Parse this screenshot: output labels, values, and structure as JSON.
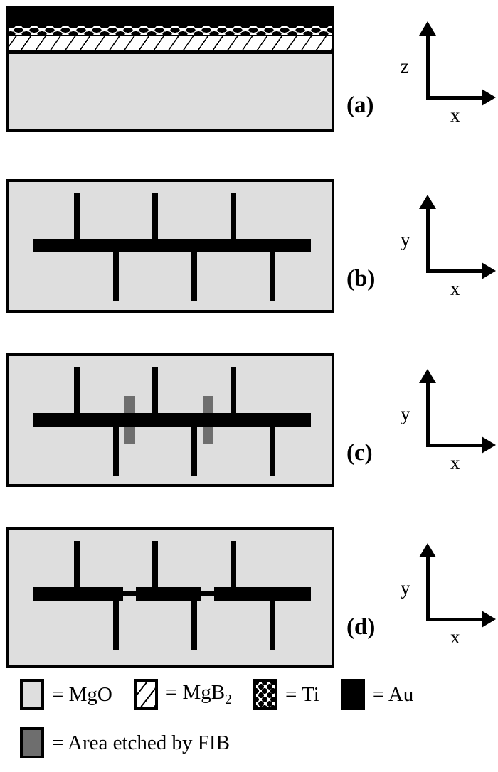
{
  "figure": {
    "type": "process-flow-cross-section-diagram",
    "description": "Four-step fabrication schematic of an MgB2 thin-film bridge device with FIB etching"
  },
  "panels": [
    {
      "id": "a",
      "label": "(a)",
      "view": "cross-section",
      "axes": {
        "vertical": "z",
        "horizontal": "x"
      },
      "layers": [
        {
          "name": "Au",
          "material": "Au",
          "fill": "solid-black",
          "color": "#000000"
        },
        {
          "name": "Ti",
          "material": "Ti",
          "fill": "dotted",
          "color": "#ffffff"
        },
        {
          "name": "MgB2",
          "material": "MgB2",
          "fill": "diagonal-hatch",
          "color": "#ffffff"
        },
        {
          "name": "MgO",
          "material": "MgO",
          "fill": "light-gray",
          "color": "#dedede"
        }
      ]
    },
    {
      "id": "b",
      "label": "(b)",
      "view": "plan",
      "axes": {
        "vertical": "y",
        "horizontal": "x"
      },
      "features": {
        "main_bar": true,
        "upper_stubs": 3,
        "lower_stubs": 3,
        "fib_areas": 0,
        "bridges": 0
      }
    },
    {
      "id": "c",
      "label": "(c)",
      "view": "plan",
      "axes": {
        "vertical": "y",
        "horizontal": "x"
      },
      "features": {
        "main_bar": true,
        "upper_stubs": 3,
        "lower_stubs": 3,
        "fib_areas": 2,
        "bridges": 0
      }
    },
    {
      "id": "d",
      "label": "(d)",
      "view": "plan",
      "axes": {
        "vertical": "y",
        "horizontal": "x"
      },
      "features": {
        "main_bar": true,
        "upper_stubs": 3,
        "lower_stubs": 3,
        "fib_areas": 0,
        "bridges": 2
      }
    }
  ],
  "legend": {
    "equals": "=",
    "row1": [
      {
        "key": "mgo",
        "swatch": "light-gray-square",
        "label": "MgO",
        "label_base": "MgO",
        "label_sub": ""
      },
      {
        "key": "mgb2",
        "swatch": "hatched-square",
        "label": "MgB2",
        "label_base": "MgB",
        "label_sub": "2"
      },
      {
        "key": "ti",
        "swatch": "dotted-square",
        "label": "Ti",
        "label_base": "Ti",
        "label_sub": ""
      },
      {
        "key": "au",
        "swatch": "black-square",
        "label": "Au",
        "label_base": "Au",
        "label_sub": ""
      }
    ],
    "row2": [
      {
        "key": "fib",
        "swatch": "gray-square",
        "label": "Area etched by FIB",
        "label_base": "Area etched by FIB",
        "label_sub": ""
      }
    ]
  },
  "colors": {
    "mgo": "#dedede",
    "au": "#000000",
    "fib_gray": "#6e6e6e",
    "white": "#ffffff",
    "background": "#ffffff"
  }
}
